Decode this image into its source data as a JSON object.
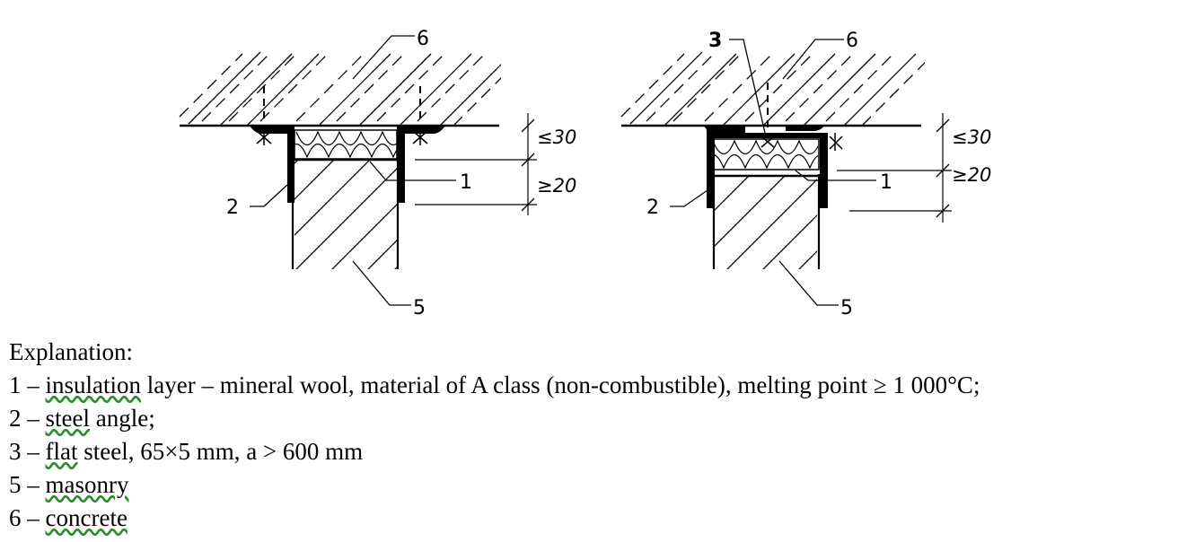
{
  "diagram": {
    "labels": {
      "l1": "1",
      "l2": "2",
      "l3": "3",
      "l5": "5",
      "l6": "6"
    },
    "dimensions": {
      "upper": "≤30",
      "lower": "≥20"
    }
  },
  "legend": {
    "heading": "Explanation:",
    "items": [
      {
        "num": "1",
        "sep": " – ",
        "term": "insulation",
        "rest": " layer – mineral wool, material of A class (non-combustible), melting point ≥ 1 000°C;"
      },
      {
        "num": "2",
        "sep": " – ",
        "term": "steel",
        "rest": " angle;"
      },
      {
        "num": "3",
        "sep": " – ",
        "term": "flat",
        "rest": " steel, 65×5 mm, a > 600 mm"
      },
      {
        "num": "5",
        "sep": " – ",
        "term": "masonry",
        "rest": ""
      },
      {
        "num": "6",
        "sep": " – ",
        "term": "concrete",
        "rest": ""
      }
    ]
  }
}
